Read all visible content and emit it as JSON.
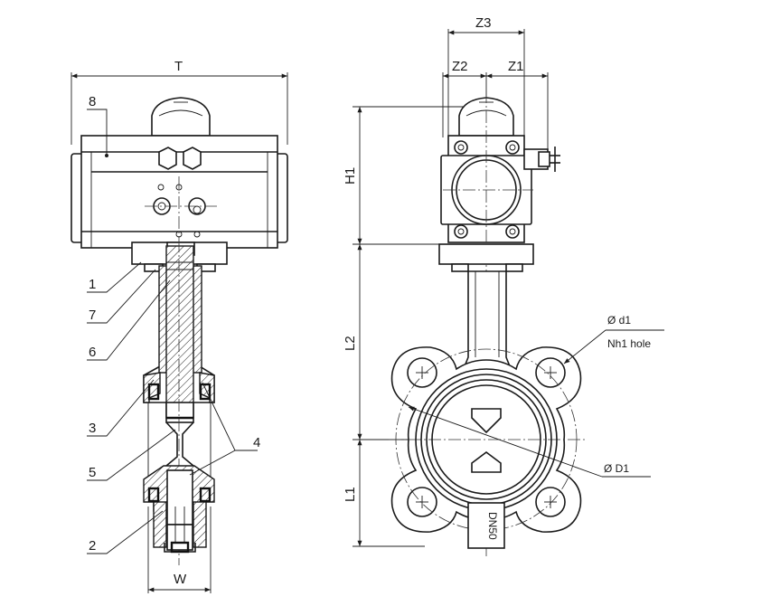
{
  "left_view": {
    "dim_top": "T",
    "dim_bottom": "W",
    "callouts": [
      "8",
      "1",
      "7",
      "6",
      "3",
      "5",
      "2",
      "4"
    ]
  },
  "right_view": {
    "dim_z3": "Z3",
    "dim_z2": "Z2",
    "dim_z1": "Z1",
    "dim_h1": "H1",
    "dim_l2": "L2",
    "dim_l1": "L1",
    "note_d1": "Ø d1",
    "note_hole": "Nh1 hole",
    "note_D1": "Ø D1",
    "body_mark": "DN50"
  }
}
